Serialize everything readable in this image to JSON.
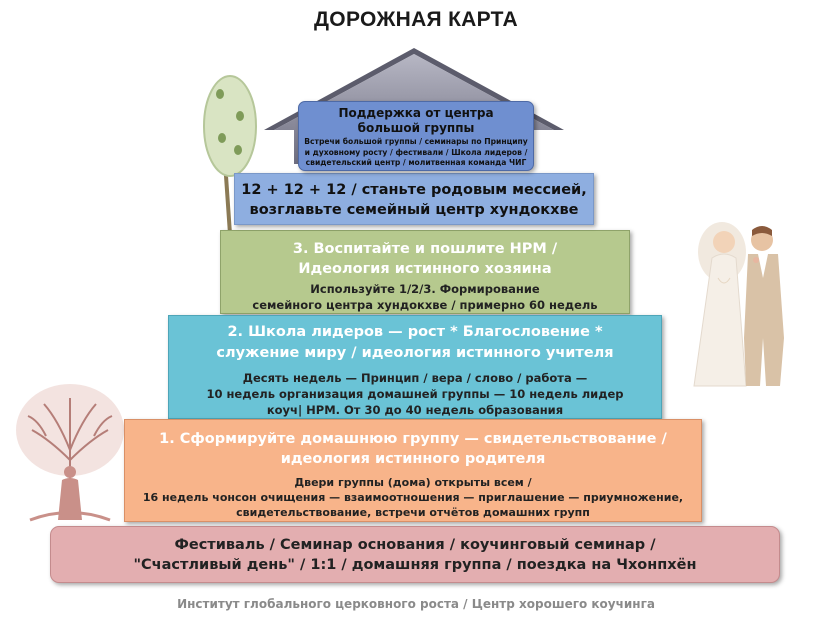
{
  "title": "ДОРОЖНАЯ КАРТА",
  "top_box": {
    "heading": [
      "Поддержка от центра",
      "большой группы"
    ],
    "details": [
      "Встречи большой группы / семинары по Принципу",
      "и духовному росту / фестивали / Школа лидеров /",
      "свидетельский центр / молитвенная команда ЧИГ"
    ]
  },
  "level5": {
    "heading": [
      "12 + 12 + 12 / станьте родовым мессией,",
      "возглавьте семейный центр хундокхве"
    ]
  },
  "level4": {
    "heading": [
      "3. Воспитайте и пошлите НРМ /",
      "Идеология истинного хозяина"
    ],
    "details": [
      "Используйте 1/2/3.   Формирование",
      "семейного центра хундокхве / примерно 60 недель"
    ]
  },
  "level3": {
    "heading": [
      "2. Школа лидеров — рост * Благословение *",
      "служение миру / идеология истинного учителя"
    ],
    "details": [
      "Десять недель — Принцип / вера / слово / работа —",
      "10 недель организация домашней группы — 10 недель лидер",
      "коуч| НРМ.  От 30 до 40 недель образования"
    ]
  },
  "level2": {
    "heading": [
      "1. Сформируйте домашнюю группу — свидетельствование /",
      "идеология истинного родителя"
    ],
    "details": [
      "Двери группы (дома) открыты всем /",
      "16 недель чонсон очищения — взаимоотношения — приглашение — приумножение,",
      "свидетельствование, встречи отчётов домашних групп"
    ]
  },
  "level1": {
    "heading": [
      "Фестиваль / Семинар основания / коучинговый семинар /",
      "\"Счастливый день\" / 1:1 / домашняя группа / поездка на Чхонпхён"
    ]
  },
  "footer": "Институт глобального церковного роста / Центр хорошего коучинга",
  "colors": {
    "roof": "#8a8a9a",
    "top_box": "#6f8fd0",
    "level5": "#8eaee0",
    "level4": "#b6c98e",
    "level3": "#6ac3d6",
    "level2": "#f8b48a",
    "level1": "#e3aeb0"
  },
  "decorations": [
    "tree-with-fruits-icon",
    "tree-of-life-woman-icon",
    "wedding-couple-icon"
  ]
}
